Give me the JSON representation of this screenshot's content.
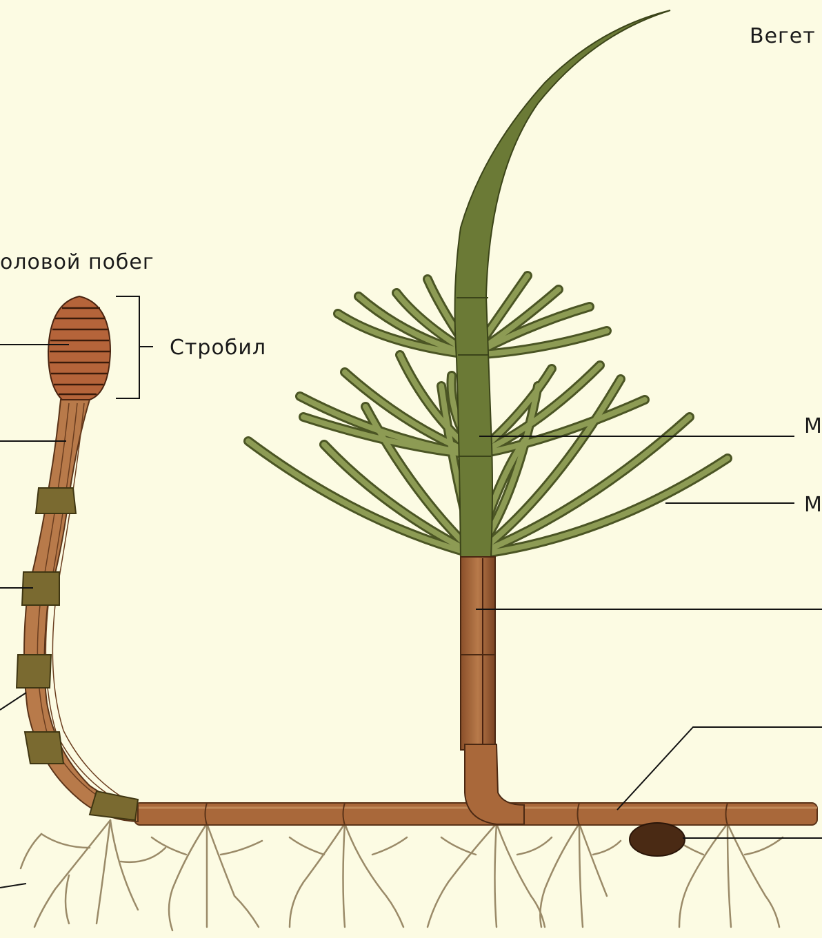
{
  "labels": {
    "vegetative": "Вегет",
    "spore_shoot": "оловой побег",
    "strobilus": "Стробил",
    "right_m1": "М",
    "right_m2": "М"
  },
  "colors": {
    "background": "#fcfbe3",
    "green": "#6b7a36",
    "green_light": "#8d9b54",
    "brown": "#a9683a",
    "brown_dark": "#6a3d1f",
    "strobil": "#b5643a",
    "tuber": "#4a2a14",
    "root": "#9a8a68"
  }
}
